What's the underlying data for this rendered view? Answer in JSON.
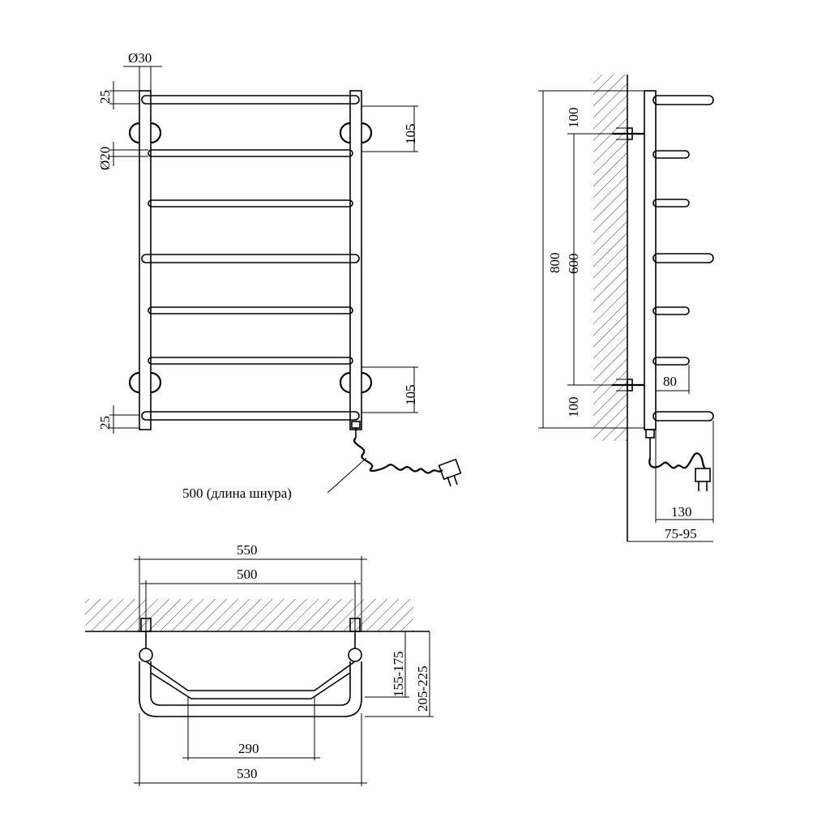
{
  "front_view": {
    "pipe_diameter_label": "Ø30",
    "rung_diameter_label": "Ø20",
    "top_offset_label": "25",
    "bottom_offset_label": "25",
    "top_mount_label": "105",
    "bottom_mount_label": "105",
    "cord_label": "500 (длина шнура)"
  },
  "side_view": {
    "total_height_label": "800",
    "mount_spacing_label": "600",
    "top_gap_label": "100",
    "bottom_gap_label": "100",
    "rung_depth_label": "80",
    "depth_label": "130",
    "wall_distance_label": "75-95"
  },
  "top_view": {
    "overall_width_label": "550",
    "mount_width_label": "500",
    "bottom_width_label": "530",
    "inner_width_label": "290",
    "inner_depth_label": "155-175",
    "outer_depth_label": "205-225"
  }
}
